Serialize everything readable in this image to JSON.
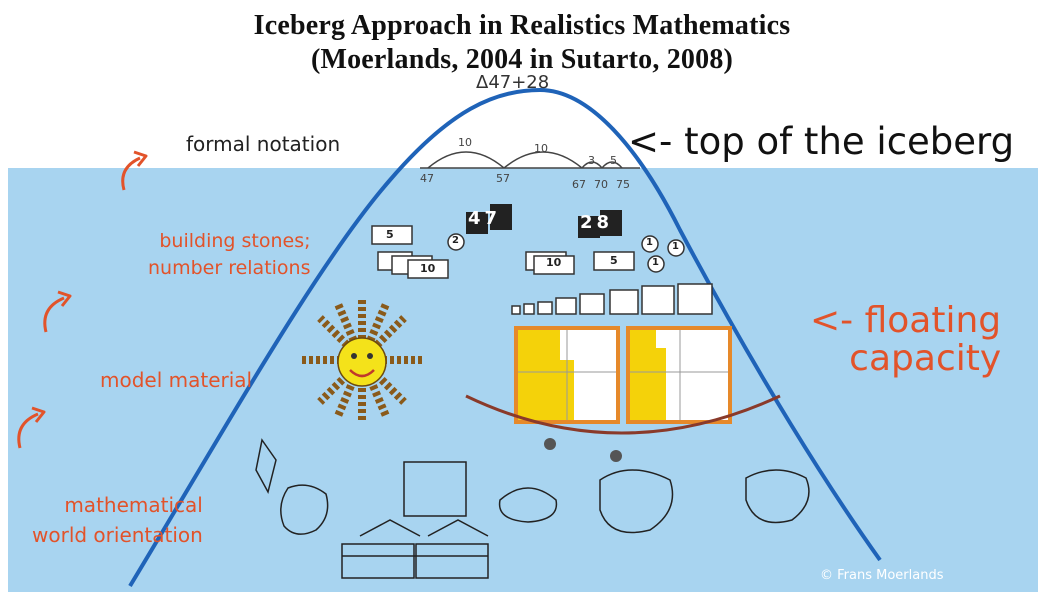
{
  "title_line1": "Iceberg Approach in Realistics Mathematics",
  "title_line2": "(Moerlands, 2004 in Sutarto, 2008)",
  "formula": "Δ47+28",
  "labels": {
    "formal_notation": "formal notation",
    "top_of_iceberg": "<- top of the iceberg",
    "building_line1": "building stones;",
    "building_line2": "number relations",
    "model_material": "model material",
    "world_line1": "mathematical",
    "world_line2": "world orientation",
    "floating_line1": "<- floating",
    "floating_line2": "capacity",
    "copyright": "© Frans Moerlands"
  },
  "number_line": {
    "jumps": [
      "10",
      "10",
      "3",
      "5"
    ],
    "points": [
      "47",
      "57",
      "67",
      "70",
      "75"
    ]
  },
  "cards": {
    "left": [
      "5",
      "2",
      "10"
    ],
    "right": [
      "10",
      "5",
      "1",
      "1",
      "1"
    ],
    "dark_left": "47",
    "dark_right": "28"
  },
  "colors": {
    "water": "#a8d4f0",
    "iceberg_outline": "#1f63b8",
    "label_orange": "#e2532a",
    "grid_yellow": "#f4d20a",
    "grid_orange": "#e6892a"
  },
  "icons": [
    "rotation-arrow-icon",
    "sun-icon",
    "abacus-icon",
    "train-icon"
  ]
}
